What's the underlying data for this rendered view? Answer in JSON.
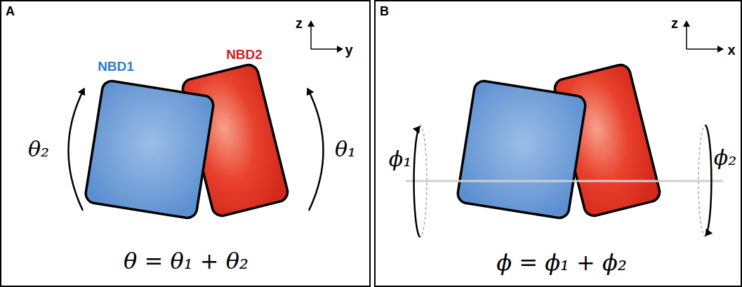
{
  "diagram": {
    "nodes": [
      {
        "text": [
          "A"
        ]
      },
      {
        "text": [
          "NBD1"
        ],
        "in": 0
      },
      {
        "text": [
          "NBD2"
        ],
        "in": 0
      },
      {
        "text": [
          "B"
        ]
      }
    ],
    "labels": [
      "z",
      "y",
      "θ₂",
      "θ₁",
      "θ = θ₁ + θ₂",
      "z",
      "x",
      "ϕ₁",
      "ϕ₂",
      "ϕ = ϕ₁ + ϕ₂"
    ]
  }
}
